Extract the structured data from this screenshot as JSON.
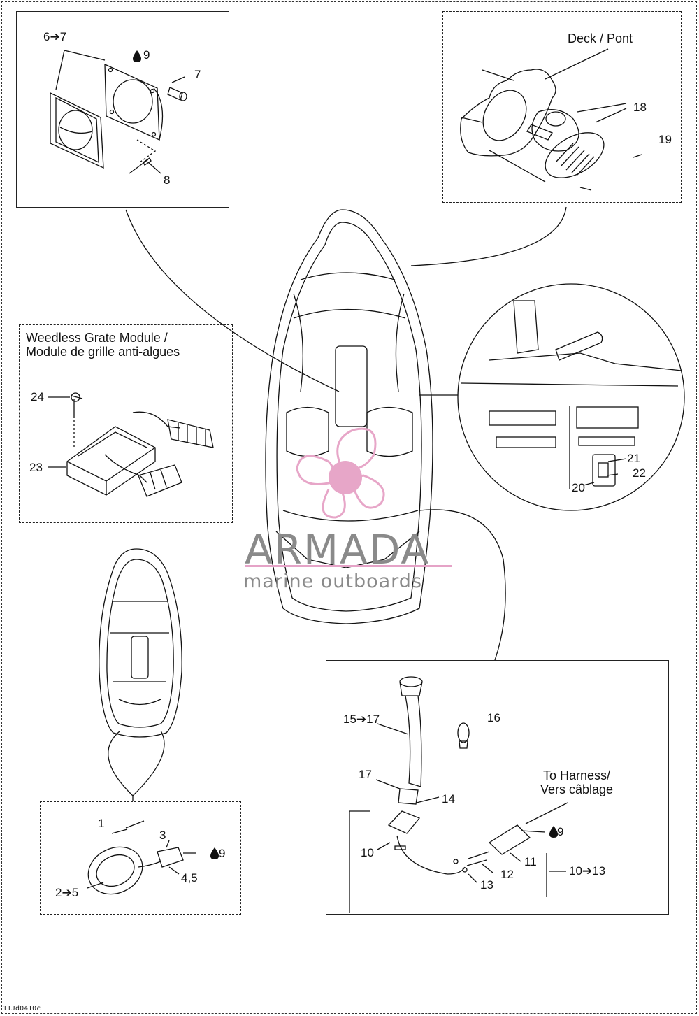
{
  "watermark": {
    "brand": "ARMADA",
    "tagline": "marine outboards",
    "accent_color": "#e7a6c8"
  },
  "figure_ref": "11Jd0410c",
  "callouts": {
    "c6_7": "6➔7",
    "c9_top": "9",
    "c7": "7",
    "c8": "8",
    "deck": "Deck / Pont",
    "c18": "18",
    "c19": "19",
    "grate_title_1": "Weedless Grate Module /",
    "grate_title_2": "Module de grille anti-algues",
    "c24": "24",
    "c23": "23",
    "c21": "21",
    "c22": "22",
    "c20": "20",
    "c15_17": "15➔17",
    "c16": "16",
    "c17": "17",
    "c14": "14",
    "to_harness_1": "To Harness/",
    "to_harness_2": "Vers câblage",
    "c9_right": "9",
    "c10": "10",
    "c11": "11",
    "c12": "12",
    "c13": "13",
    "c10_13": "10➔13",
    "c1": "1",
    "c3": "3",
    "c9_bottom": "9",
    "c4_5": "4,5",
    "c2_5": "2➔5"
  },
  "icons": [
    "oil-drop-icon",
    "arrow-right-icon"
  ]
}
